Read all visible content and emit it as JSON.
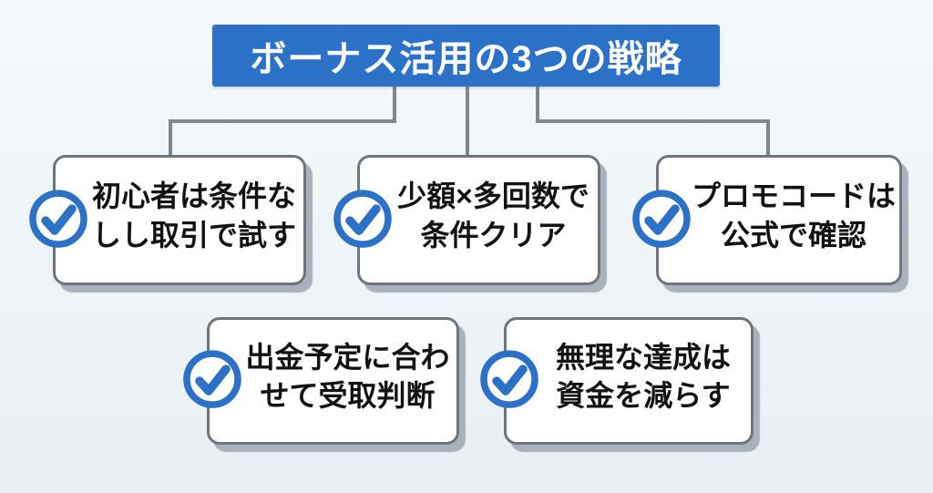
{
  "title": {
    "text": "ボーナス活用の3つの戦略"
  },
  "cards": [
    {
      "lines": [
        "初心者は条件な",
        "しし取引で試す"
      ]
    },
    {
      "lines": [
        "少額×多回数で",
        "条件クリア"
      ]
    },
    {
      "lines": [
        "プロモコードは",
        "公式で確認"
      ]
    },
    {
      "lines": [
        "出金予定に合わ",
        "せて受取判断"
      ]
    },
    {
      "lines": [
        "無理な達成は",
        "資金を減らす"
      ]
    }
  ],
  "icons": {
    "check": "check-icon"
  },
  "colors": {
    "accent": "#2b71c8",
    "card-border": "#6e757d",
    "connector": "#7e868f",
    "shadow": "#a9b2ba",
    "bg-top": "#f4f9fb",
    "bg-bottom": "#e9eff3",
    "text": "#101214",
    "title-text": "#ffffff"
  }
}
